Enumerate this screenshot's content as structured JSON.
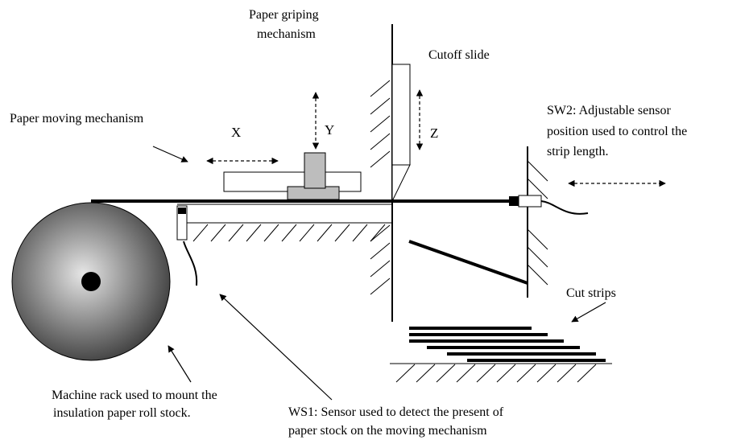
{
  "labels": {
    "griping_line1": "Paper griping",
    "griping_line2": "mechanism",
    "cutoff_slide": "Cutoff slide",
    "moving_mechanism": "Paper moving mechanism",
    "sw2_line1": "SW2: Adjustable sensor",
    "sw2_line2": "position used to control the",
    "sw2_line3": "strip length.",
    "cut_strips": "Cut strips",
    "rack_line1": "Machine rack used to mount the",
    "rack_line2": "insulation paper roll stock.",
    "ws1_line1": "WS1: Sensor used to detect the present of",
    "ws1_line2": "paper stock on the moving mechanism"
  },
  "axes": {
    "x": "X",
    "y": "Y",
    "z": "Z"
  },
  "colors": {
    "ink": "#000000",
    "paper": "#ffffff",
    "roll_highlight": "#e6e6e6",
    "roll_shadow": "#3a3a3a",
    "gripper_fill": "#bdbdbd"
  }
}
